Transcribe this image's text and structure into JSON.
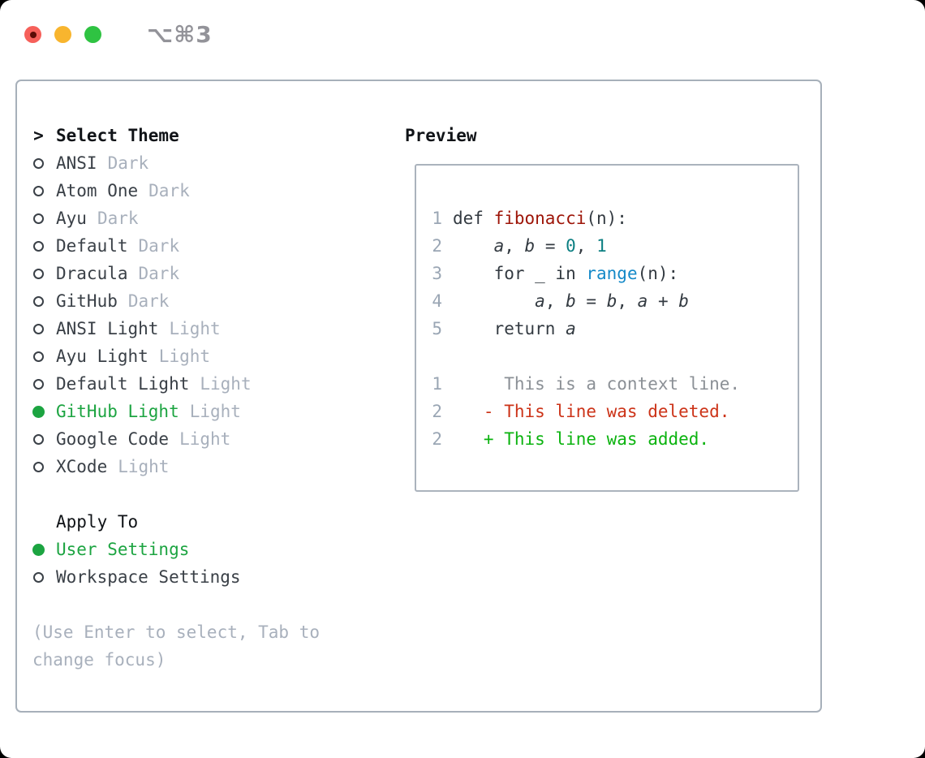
{
  "window": {
    "title": "⌥⌘3"
  },
  "left_panel": {
    "prompt": ">",
    "title": "Select Theme",
    "themes": [
      {
        "name": "ANSI",
        "variant": "Dark",
        "selected": false
      },
      {
        "name": "Atom One",
        "variant": "Dark",
        "selected": false
      },
      {
        "name": "Ayu",
        "variant": "Dark",
        "selected": false
      },
      {
        "name": "Default",
        "variant": "Dark",
        "selected": false
      },
      {
        "name": "Dracula",
        "variant": "Dark",
        "selected": false
      },
      {
        "name": "GitHub",
        "variant": "Dark",
        "selected": false
      },
      {
        "name": "ANSI Light",
        "variant": "Light",
        "selected": false
      },
      {
        "name": "Ayu Light",
        "variant": "Light",
        "selected": false
      },
      {
        "name": "Default Light",
        "variant": "Light",
        "selected": false
      },
      {
        "name": "GitHub Light",
        "variant": "Light",
        "selected": true
      },
      {
        "name": "Google Code",
        "variant": "Light",
        "selected": false
      },
      {
        "name": "XCode",
        "variant": "Light",
        "selected": false
      }
    ],
    "apply_title": "Apply To",
    "apply_options": [
      {
        "name": "User Settings",
        "selected": true
      },
      {
        "name": "Workspace Settings",
        "selected": false
      }
    ],
    "hint_lines": [
      "(Use Enter to select, Tab to",
      "change focus)"
    ]
  },
  "preview_panel": {
    "title": "Preview",
    "lines": [
      {
        "num": "1",
        "tokens": [
          [
            "def ",
            "plain"
          ],
          [
            "fibonacci",
            "func"
          ],
          [
            "(n):",
            "plain"
          ]
        ]
      },
      {
        "num": "2",
        "tokens": [
          [
            "    ",
            "plain"
          ],
          [
            "a",
            "var"
          ],
          [
            ", ",
            "plain"
          ],
          [
            "b",
            "var"
          ],
          [
            " = ",
            "plain"
          ],
          [
            "0",
            "number"
          ],
          [
            ", ",
            "plain"
          ],
          [
            "1",
            "number"
          ]
        ]
      },
      {
        "num": "3",
        "tokens": [
          [
            "    for _ in ",
            "plain"
          ],
          [
            "range",
            "builtin"
          ],
          [
            "(n):",
            "plain"
          ]
        ]
      },
      {
        "num": "4",
        "tokens": [
          [
            "        ",
            "plain"
          ],
          [
            "a",
            "var"
          ],
          [
            ", ",
            "plain"
          ],
          [
            "b",
            "var"
          ],
          [
            " = ",
            "plain"
          ],
          [
            "b",
            "var"
          ],
          [
            ", ",
            "plain"
          ],
          [
            "a",
            "var"
          ],
          [
            " + ",
            "plain"
          ],
          [
            "b",
            "var"
          ]
        ]
      },
      {
        "num": "5",
        "tokens": [
          [
            "    return ",
            "plain"
          ],
          [
            "a",
            "var"
          ]
        ]
      },
      {
        "num": "",
        "tokens": []
      },
      {
        "num": "1",
        "tokens": [
          [
            "     This is a context line.",
            "context"
          ]
        ]
      },
      {
        "num": "2",
        "tokens": [
          [
            "   - This line was deleted.",
            "deleted"
          ]
        ]
      },
      {
        "num": "2",
        "tokens": [
          [
            "   + This line was added.",
            "added"
          ]
        ]
      }
    ]
  },
  "colors": {
    "accent_green": "#1ca441",
    "added_green": "#0bb30f",
    "deleted_red": "#cc3318",
    "context_gray": "#8b9096",
    "muted_gray": "#a8b0bc",
    "text_dark": "#3a4047",
    "heading_black": "#101317",
    "line_number": "#9aa6b4",
    "code_plain": "#333a41",
    "func_red": "#9d1407",
    "number_teal": "#0c7f82",
    "builtin_blue": "#1489c8",
    "panel_border": "#a7b0ba",
    "preview_border": "#abb3bd",
    "traffic_red": "#f6605a",
    "traffic_yellow": "#f8b52e",
    "traffic_green": "#2fc342",
    "title_gray": "#939399"
  }
}
